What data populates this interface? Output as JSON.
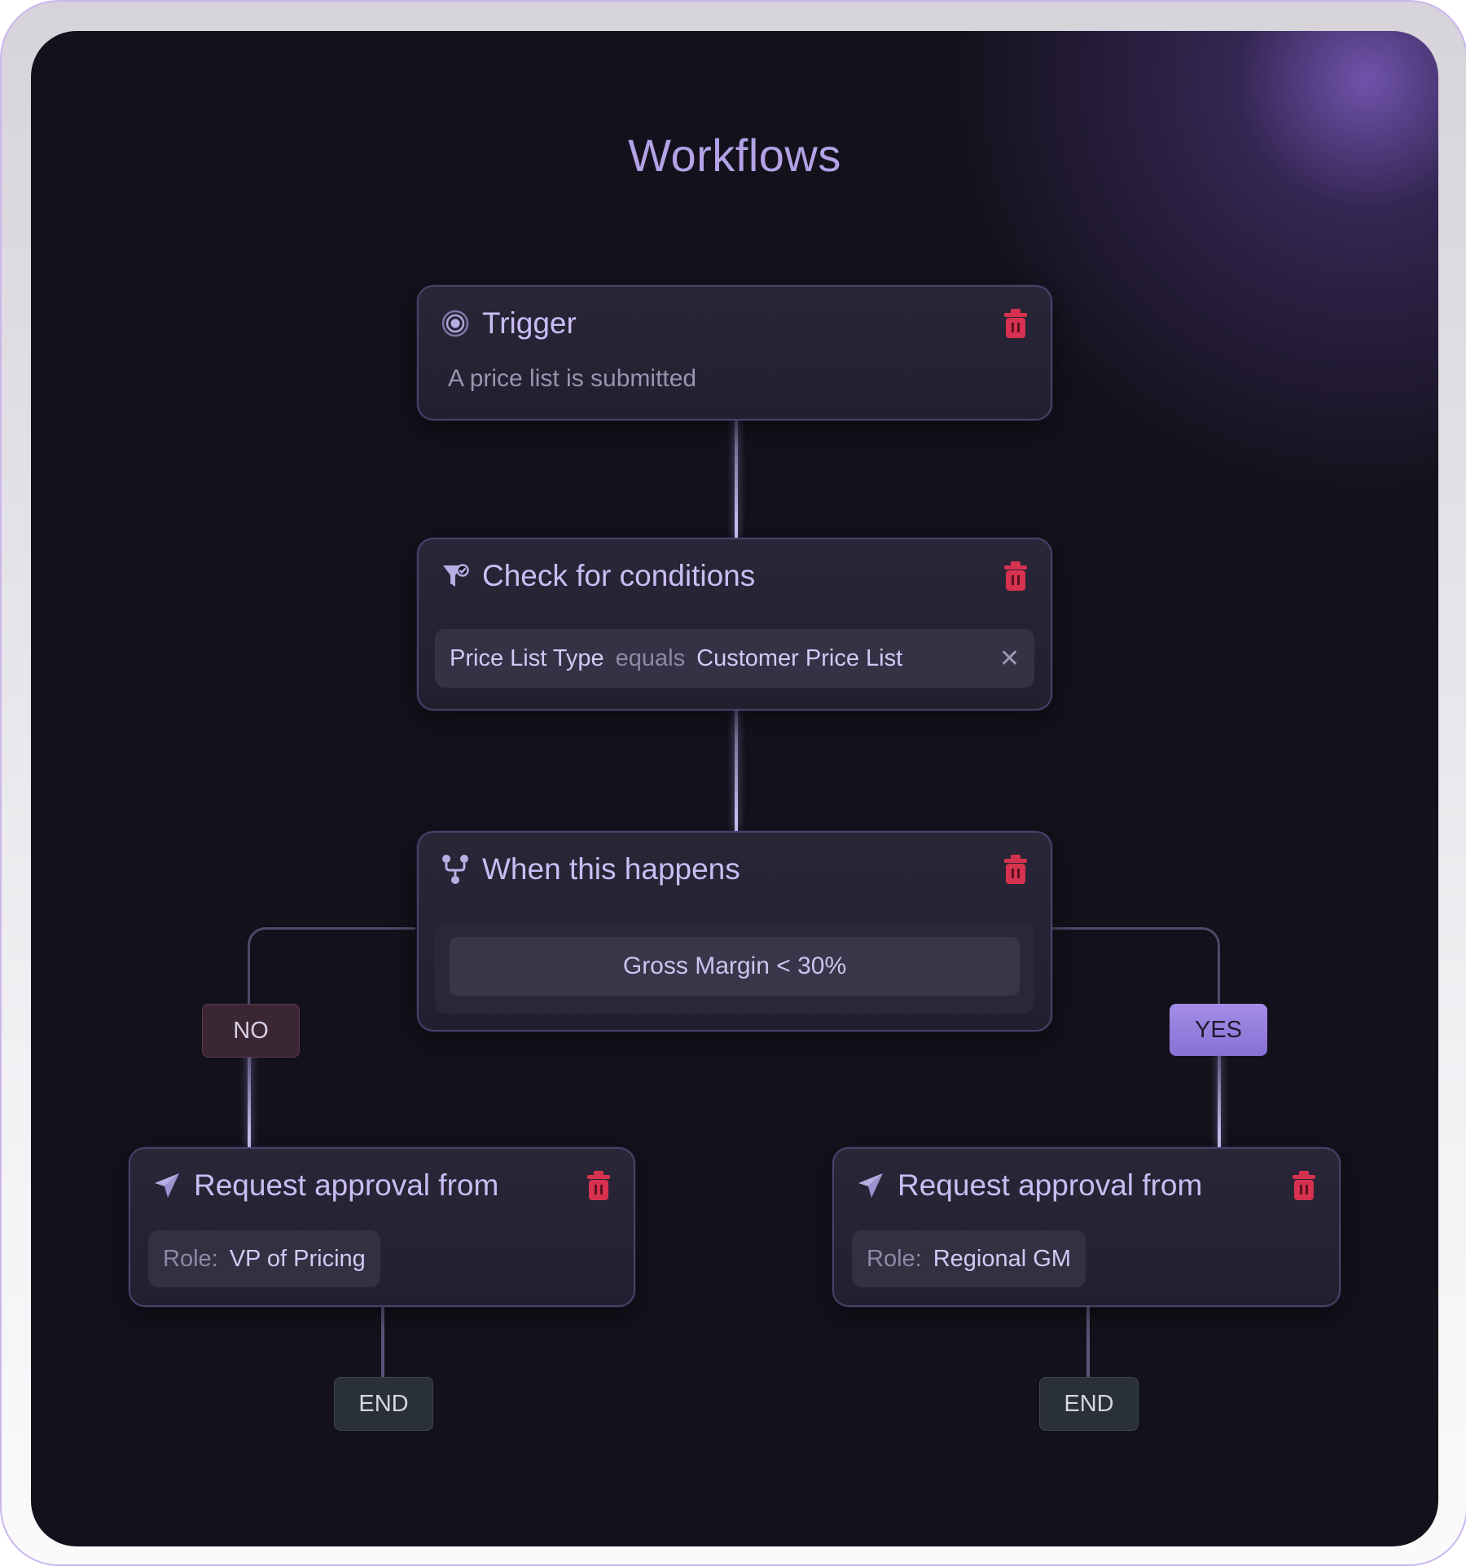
{
  "page": {
    "title": "Workflows"
  },
  "trigger": {
    "title": "Trigger",
    "description": "A price list is submitted"
  },
  "check": {
    "title": "Check for conditions",
    "condition": {
      "field": "Price List Type",
      "operator": "equals",
      "value": "Customer Price List",
      "remove": "✕"
    }
  },
  "branch": {
    "title": "When this happens",
    "rule": "Gross Margin < 30%"
  },
  "labels": {
    "no": "NO",
    "yes": "YES"
  },
  "approval_left": {
    "title": "Request approval from",
    "role_key": "Role:",
    "role_value": "VP of Pricing"
  },
  "approval_right": {
    "title": "Request approval from",
    "role_key": "Role:",
    "role_value": "Regional GM"
  },
  "end_left": "END",
  "end_right": "END",
  "colors": {
    "accent": "#b3a2e6",
    "danger": "#d6324f",
    "background": "#13111b"
  },
  "icons": [
    "target-icon",
    "filter-check-icon",
    "branch-icon",
    "send-icon",
    "trash-icon",
    "close-icon"
  ]
}
